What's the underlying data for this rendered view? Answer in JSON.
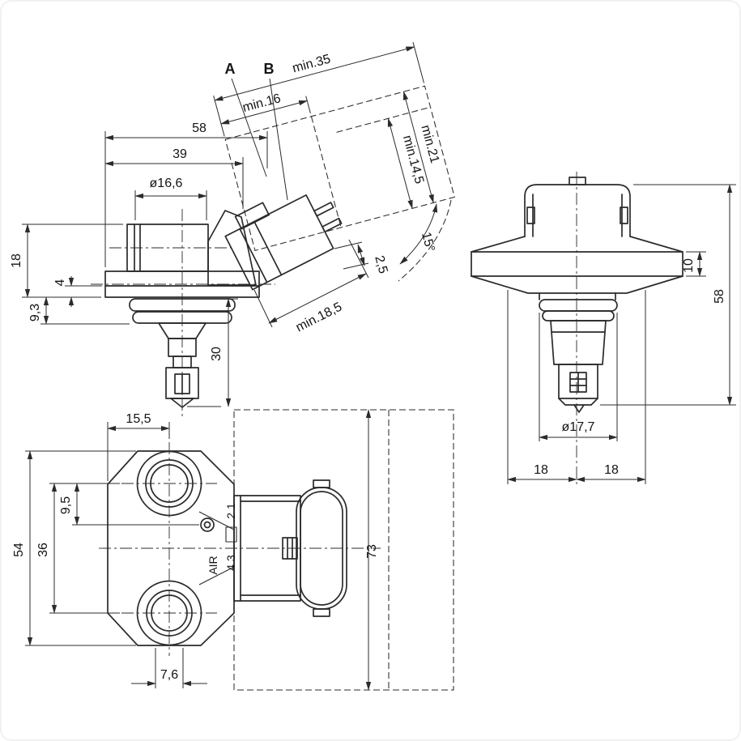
{
  "page": {
    "background": "#ffffff",
    "line_color": "#2b2b2b",
    "description": "Technical dimension drawing of a sensor, three orthographic views"
  },
  "views": {
    "side": {
      "label_a": "A",
      "label_b": "B",
      "dim_58": "58",
      "dim_39": "39",
      "dim_dia_16_6": "ø16,6",
      "dim_18": "18",
      "dim_4": "4",
      "dim_9_3": "9,3",
      "dim_30": "30",
      "min_35": "min.35",
      "min_16": "min.16",
      "min_21": "min.21",
      "min_14_5": "min.14,5",
      "angle_15": "15°",
      "dim_2_5": "2,5",
      "min_18_5": "min.18,5"
    },
    "front": {
      "dim_10": "10",
      "dim_58": "58",
      "dia_17_7": "ø17,7",
      "dim_18_left": "18",
      "dim_18_right": "18"
    },
    "top": {
      "dim_15_5": "15,5",
      "dim_9_5": "9,5",
      "dim_36": "36",
      "dim_54": "54",
      "dim_7_6": "7,6",
      "dim_73": "73",
      "air": "AIR",
      "pins_2_1": "2 1",
      "pins_4_3": "4 3"
    }
  }
}
